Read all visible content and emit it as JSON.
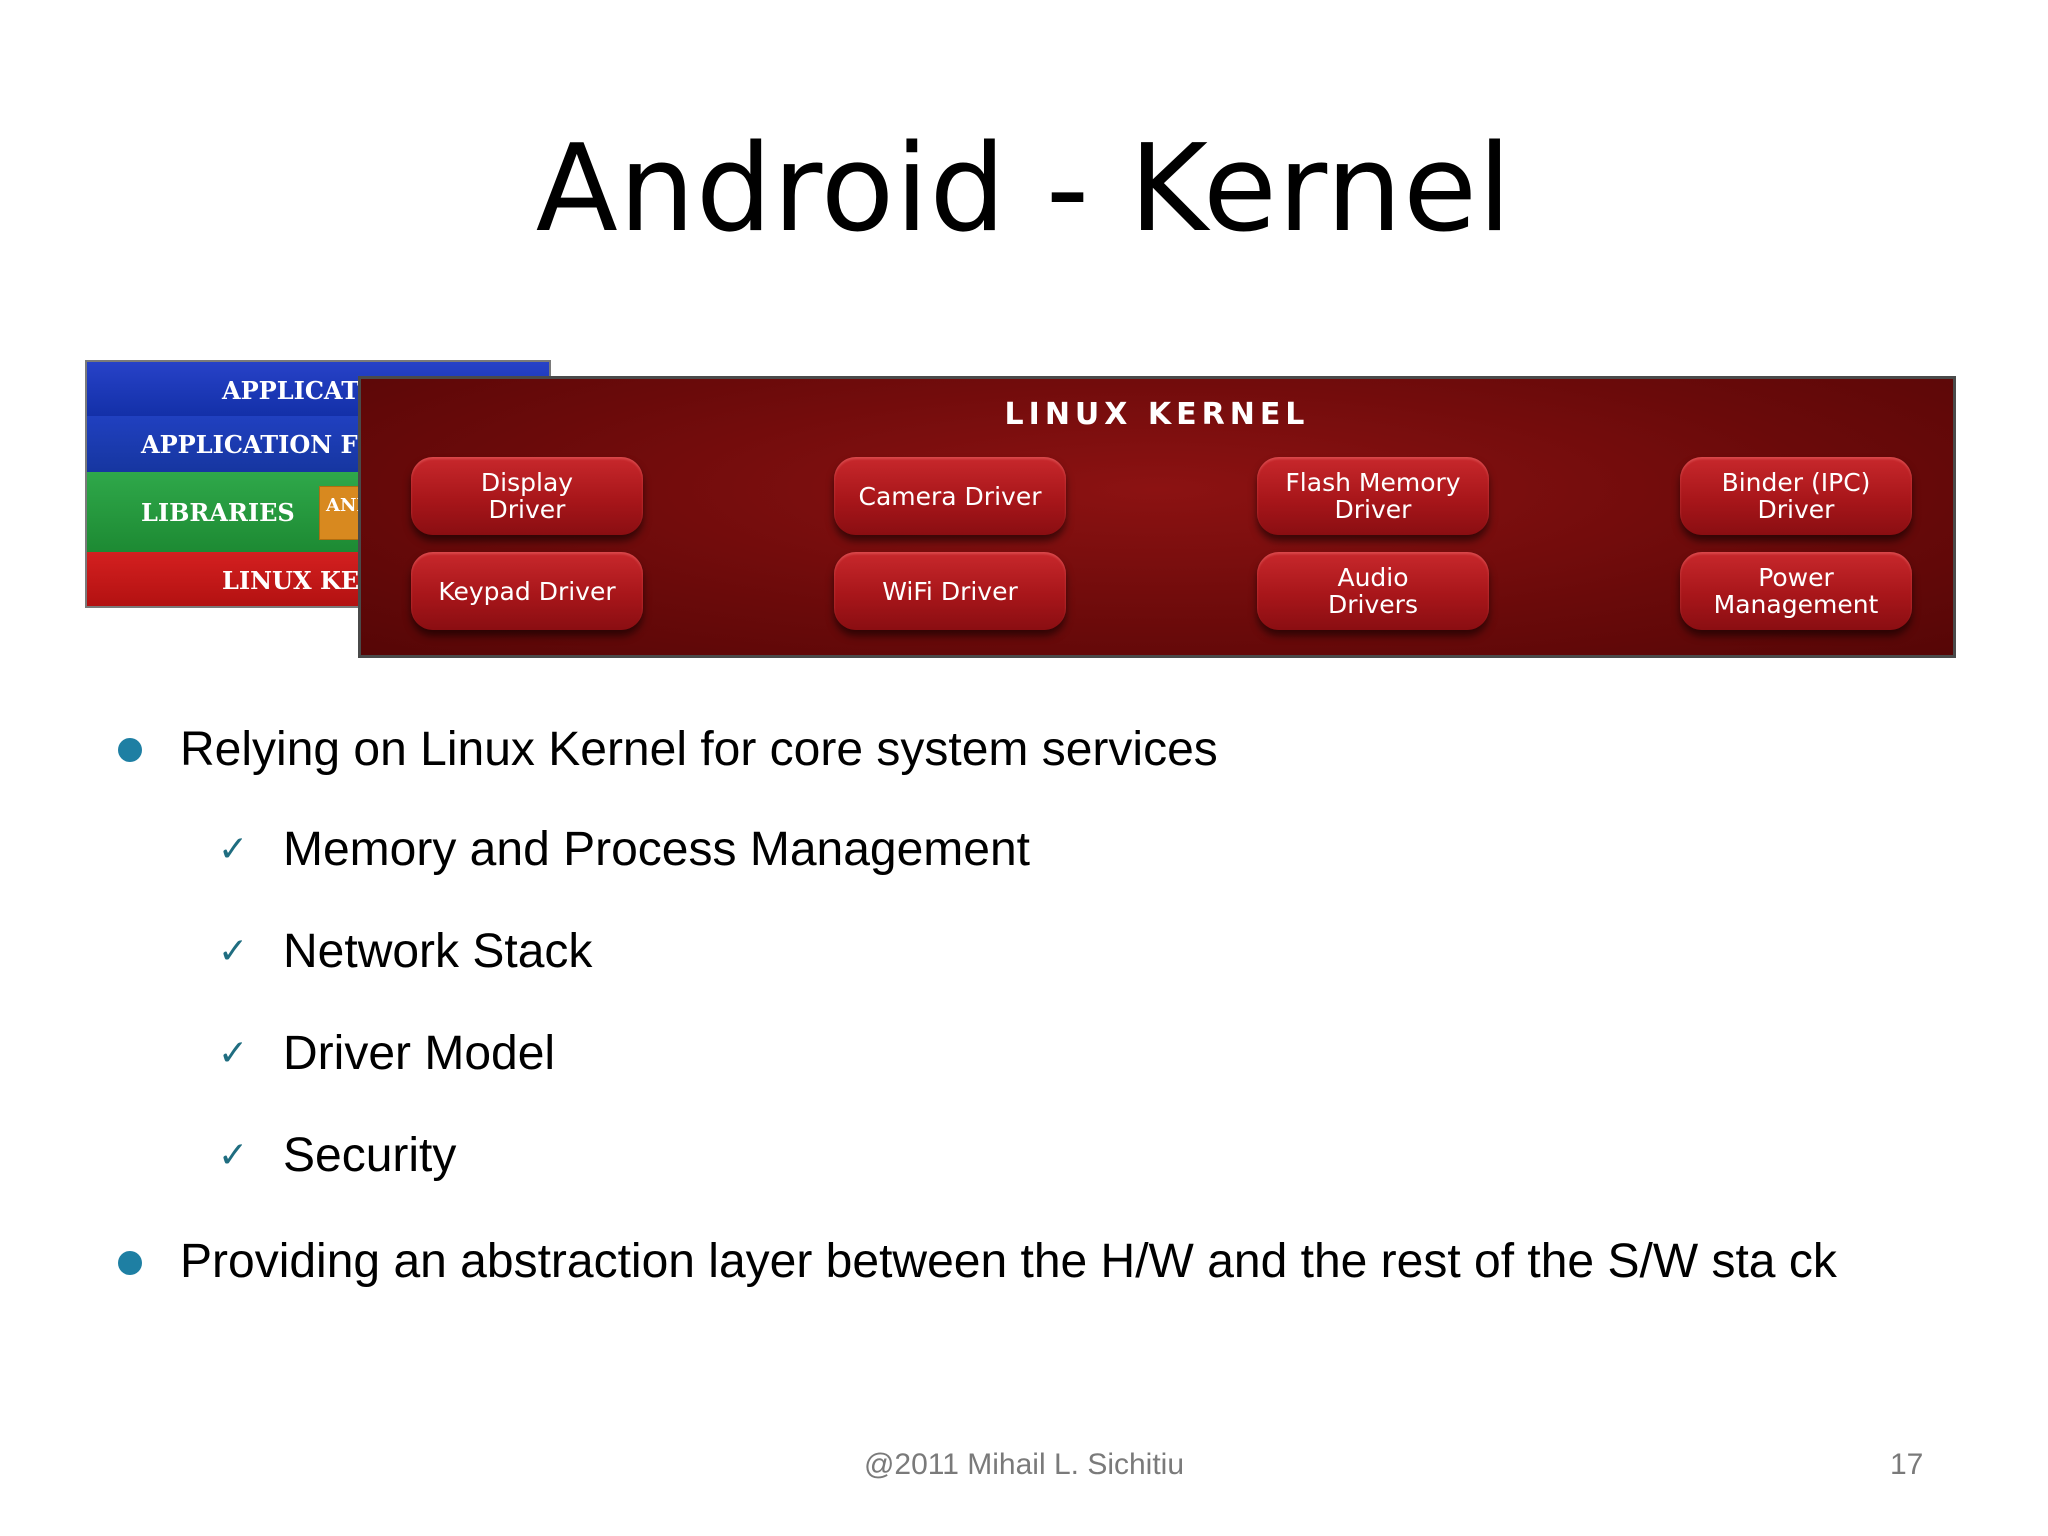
{
  "slide": {
    "title": "Android - Kernel",
    "stack_rows": [
      "APPLICATI",
      "APPLICATION FR",
      "LIBRARIES",
      "LINUX KER"
    ],
    "stack_runtime_fragment": "ANI",
    "kernel_title": "Linux Kernel",
    "drivers": [
      "Display\nDriver",
      "Camera Driver",
      "Flash Memory\nDriver",
      "Binder (IPC)\nDriver",
      "Keypad Driver",
      "WiFi Driver",
      "Audio\nDrivers",
      "Power\nManagement"
    ],
    "bullets": [
      "Relying on Linux Kernel for core system services",
      "Providing an abstraction layer between the H/W and the rest of the S/W sta ck"
    ],
    "sub_bullets": [
      "Memory and Process Management",
      "Network Stack",
      "Driver Model",
      "Security"
    ],
    "check_glyph": "✓",
    "footer": "@2011 Mihail L. Sichitiu",
    "page_number": "17"
  },
  "colors": {
    "bullet_dot": "#1e7fa3",
    "check": "#1f6d80",
    "kernel_bg": "#6a0a0a",
    "driver_button": "#a8161a"
  }
}
